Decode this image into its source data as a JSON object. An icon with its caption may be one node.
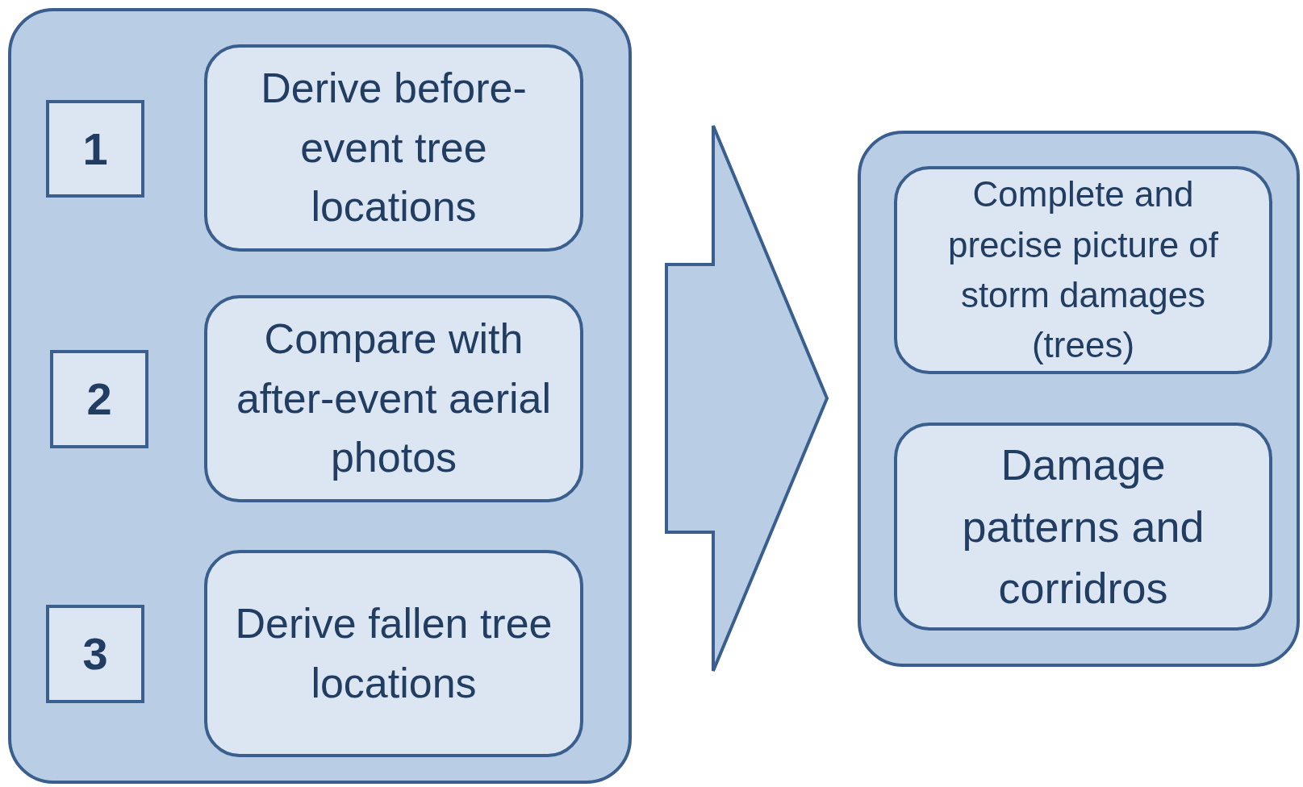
{
  "diagram": {
    "nodes": [
      {
        "text": [],
        "shape": "box"
      },
      {
        "text": [
          "1"
        ],
        "in": 0
      },
      {
        "text": [
          "Derive before-event tree locations"
        ],
        "in": 0
      },
      {
        "text": [
          "2"
        ],
        "in": 0
      },
      {
        "text": [
          "Compare with after-event aerial photos"
        ],
        "in": 0
      },
      {
        "text": [
          "3"
        ],
        "in": 0
      },
      {
        "text": [
          "Derive fallen tree locations"
        ],
        "in": 0
      },
      {
        "text": [],
        "shape": "box"
      },
      {
        "text": [
          "Complete and precise picture of storm damages (trees)"
        ],
        "in": 7
      },
      {
        "text": [
          "Damage patterns and corridros"
        ],
        "in": 7
      }
    ],
    "edges": [
      {
        "from": 0,
        "to": 7,
        "arrow": "to"
      }
    ]
  }
}
